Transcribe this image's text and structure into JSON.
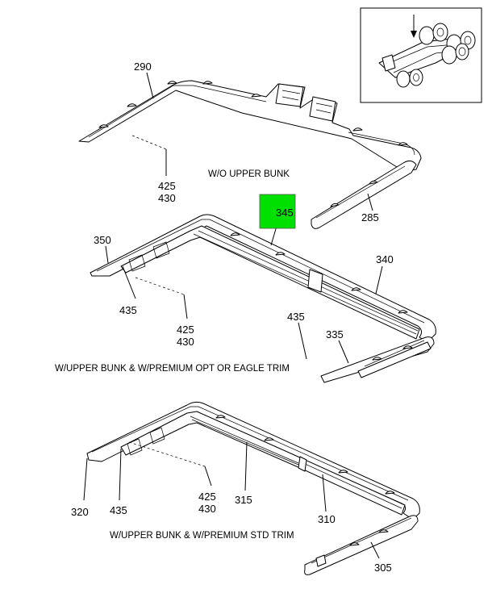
{
  "callouts": {
    "c290": "290",
    "c425a": "425",
    "c430a": "430",
    "c285": "285",
    "c345": "345",
    "c350": "350",
    "c340": "340",
    "c435a": "435",
    "c425b": "425",
    "c430b": "430",
    "c435b": "435",
    "c335": "335",
    "c320": "320",
    "c435c": "435",
    "c425c": "425",
    "c430c": "430",
    "c315": "315",
    "c310": "310",
    "c305": "305"
  },
  "captions": {
    "wo_upper_bunk": "W/O UPPER BUNK",
    "premium_opt": "W/UPPER BUNK & W/PREMIUM OPT OR EAGLE TRIM",
    "premium_std": "W/UPPER BUNK & W/PREMIUM STD TRIM"
  },
  "colors": {
    "highlight": "#00e000",
    "ink": "#000000"
  },
  "highlighted_callout": "345"
}
